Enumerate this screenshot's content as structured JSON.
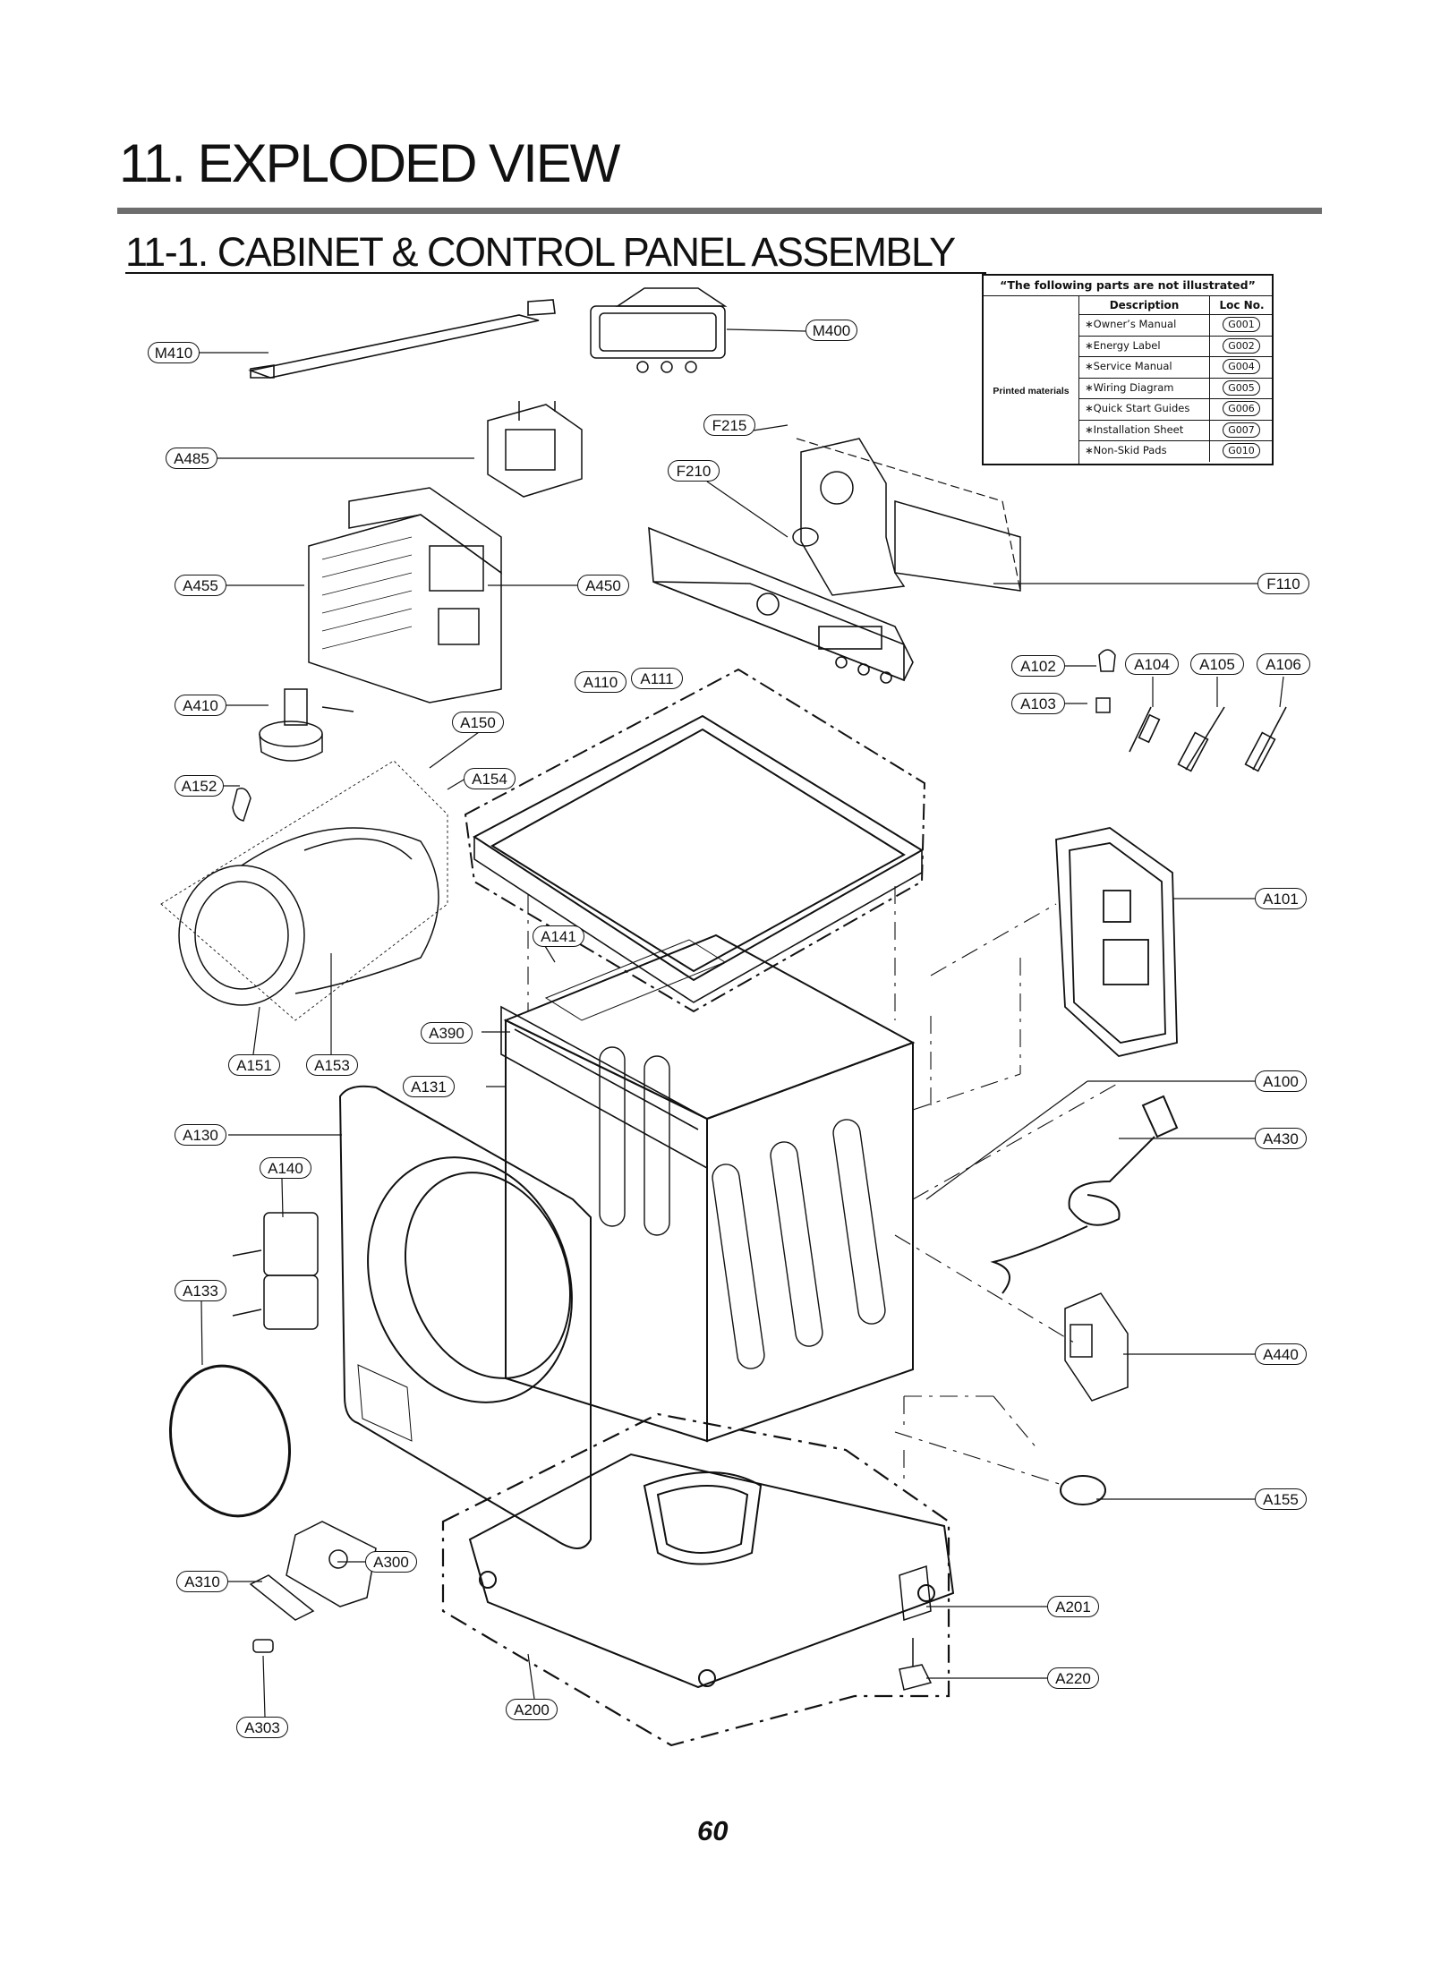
{
  "header": {
    "title": "11. EXPLODED VIEW",
    "subtitle": "11-1. CABINET & CONTROL PANEL ASSEMBLY"
  },
  "parts_table": {
    "heading": "“The following parts are not illustrated”",
    "col_description": "Description",
    "col_loc": "Loc No.",
    "group_label": "Printed materials",
    "rows": [
      {
        "desc": "∗Owner’s Manual",
        "loc": "G001"
      },
      {
        "desc": "∗Energy Label",
        "loc": "G002"
      },
      {
        "desc": "∗Service Manual",
        "loc": "G004"
      },
      {
        "desc": "∗Wiring Diagram",
        "loc": "G005"
      },
      {
        "desc": "∗Quick Start Guides",
        "loc": "G006"
      },
      {
        "desc": "∗Installation Sheet",
        "loc": "G007"
      },
      {
        "desc": "∗Non-Skid Pads",
        "loc": "G010"
      }
    ]
  },
  "callouts": {
    "m410": "M410",
    "m400": "M400",
    "a485": "A485",
    "f215": "F215",
    "f210": "F210",
    "a455": "A455",
    "a450": "A450",
    "f110": "F110",
    "a410": "A410",
    "a110": "A110",
    "a111": "A111",
    "a102": "A102",
    "a103": "A103",
    "a104": "A104",
    "a105": "A105",
    "a106": "A106",
    "a150": "A150",
    "a152": "A152",
    "a154": "A154",
    "a101": "A101",
    "a141": "A141",
    "a390": "A390",
    "a151": "A151",
    "a153": "A153",
    "a131": "A131",
    "a100": "A100",
    "a130": "A130",
    "a430": "A430",
    "a140": "A140",
    "a133": "A133",
    "a440": "A440",
    "a155": "A155",
    "a300": "A300",
    "a310": "A310",
    "a201": "A201",
    "a220": "A220",
    "a303": "A303",
    "a200": "A200"
  },
  "footer": {
    "page_number": "60"
  }
}
